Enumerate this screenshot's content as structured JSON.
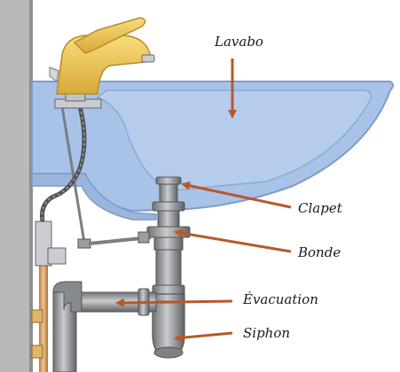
{
  "labels": {
    "lavabo": "Lavabo",
    "clapet": "Clapet",
    "bonde": "Bonde",
    "evacuation": "Évacuation",
    "siphon": "Siphon"
  },
  "colors": {
    "basin": "#a9c3e8",
    "basin_edge": "#7e9cc9",
    "wall": "#b9b9b9",
    "faucet": "#f2cc55",
    "arrow": "#b8582a",
    "pipe_grey": "#8d8f92",
    "copper": "#d9a46a"
  }
}
